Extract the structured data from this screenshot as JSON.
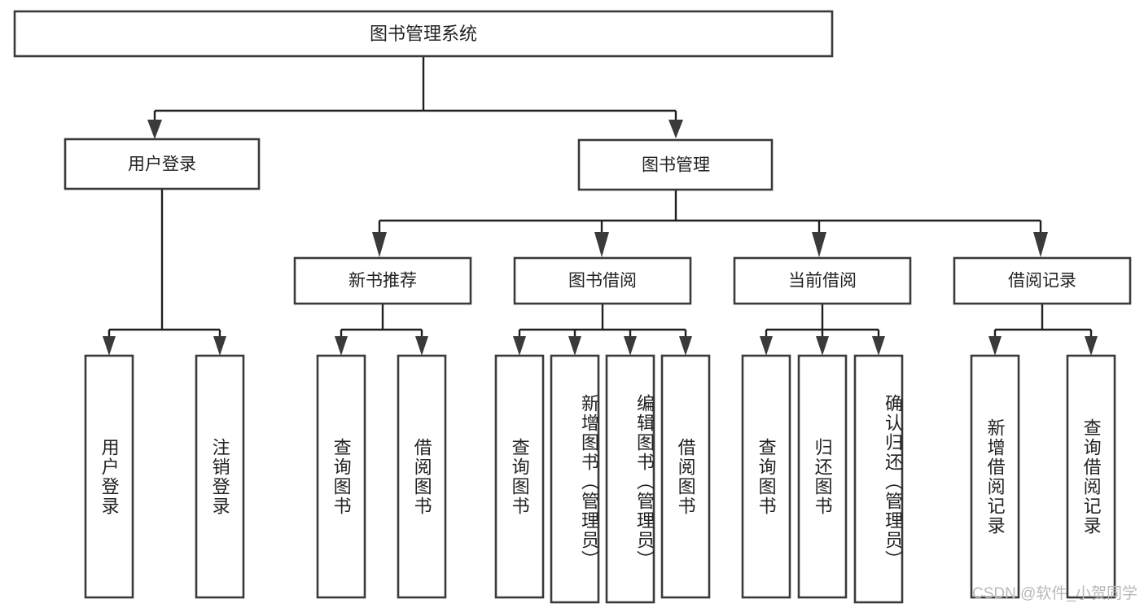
{
  "diagram": {
    "title": "图书管理系统",
    "type": "tree",
    "watermark": "CSDN @软件_小贺同学",
    "levels": {
      "root": {
        "label": "图书管理系统"
      },
      "level1": [
        {
          "id": "user-login",
          "label": "用户登录"
        },
        {
          "id": "book-management",
          "label": "图书管理"
        }
      ],
      "level2": [
        {
          "id": "new-book-recommend",
          "label": "新书推荐",
          "parent": "book-management"
        },
        {
          "id": "book-borrow",
          "label": "图书借阅",
          "parent": "book-management"
        },
        {
          "id": "current-borrow",
          "label": "当前借阅",
          "parent": "book-management"
        },
        {
          "id": "borrow-record",
          "label": "借阅记录",
          "parent": "book-management"
        }
      ],
      "leaves": {
        "user-login": [
          {
            "id": "leaf-user-login",
            "label": "用户登录"
          },
          {
            "id": "leaf-logout-login",
            "label": "注销登录"
          }
        ],
        "new-book-recommend": [
          {
            "id": "leaf-query-book-1",
            "label": "查询图书"
          },
          {
            "id": "leaf-borrow-book-1",
            "label": "借阅图书"
          }
        ],
        "book-borrow": [
          {
            "id": "leaf-query-book-2",
            "label": "查询图书"
          },
          {
            "id": "leaf-add-book-admin",
            "label": "新增图书（管理员）"
          },
          {
            "id": "leaf-edit-book-admin",
            "label": "编辑图书（管理员）"
          },
          {
            "id": "leaf-borrow-book-2",
            "label": "借阅图书"
          }
        ],
        "current-borrow": [
          {
            "id": "leaf-query-book-3",
            "label": "查询图书"
          },
          {
            "id": "leaf-return-book",
            "label": "归还图书"
          },
          {
            "id": "leaf-confirm-return-admin",
            "label": "确认归还（管理员）"
          }
        ],
        "borrow-record": [
          {
            "id": "leaf-add-borrow-record",
            "label": "新增借阅记录"
          },
          {
            "id": "leaf-query-borrow-record",
            "label": "查询借阅记录"
          }
        ]
      }
    },
    "colors": {
      "box_stroke": "#3a3a3a",
      "connector": "#1f1f1f",
      "text": "#222222",
      "background": "#ffffff",
      "watermark": "#b9b9b9"
    }
  }
}
